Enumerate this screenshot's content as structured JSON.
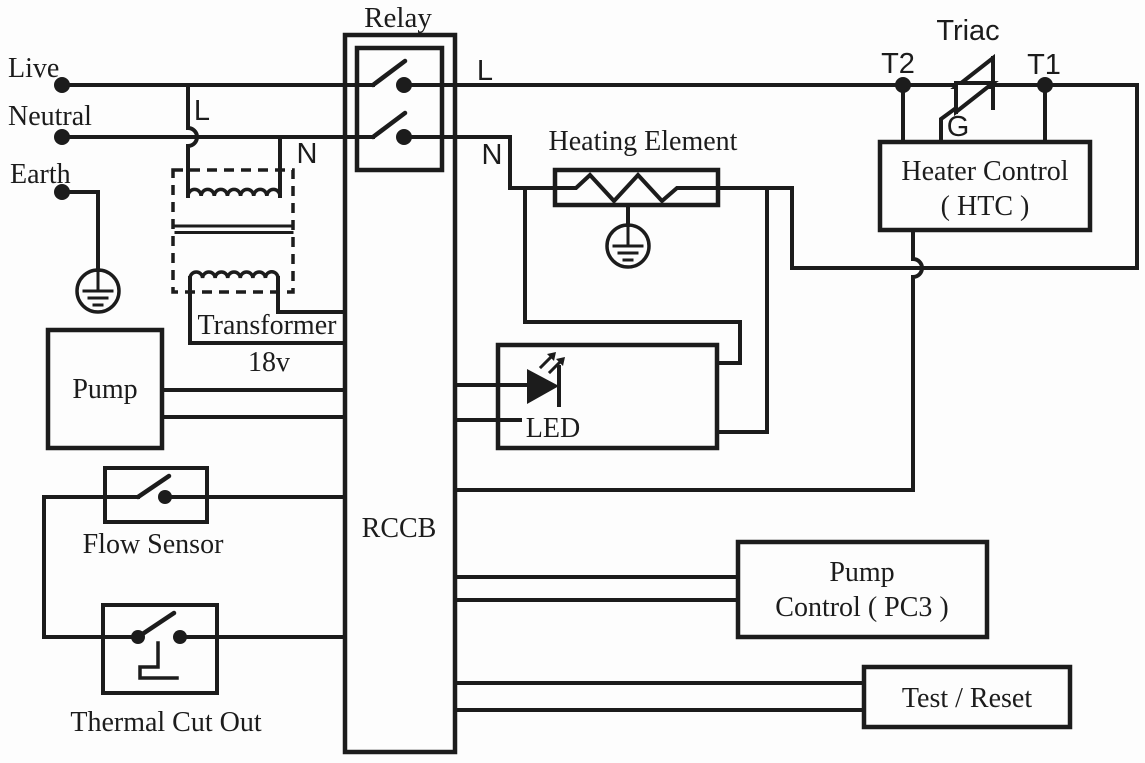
{
  "colors": {
    "ink": "#1c1c1c",
    "paper": "#fdfdfd"
  },
  "diagram": {
    "supply": {
      "live": "Live",
      "neutral": "Neutral",
      "earth": "Earth"
    },
    "wire_markers": {
      "live_l": "L",
      "neutral_n": "N"
    },
    "relay": {
      "label": "Relay"
    },
    "rccb": {
      "label": "RCCB"
    },
    "transformer": {
      "label": "Transformer",
      "rating": "18v"
    },
    "pump": {
      "label": "Pump"
    },
    "flow_sensor": {
      "label": "Flow Sensor"
    },
    "thermal_cut_out": {
      "label": "Thermal Cut Out"
    },
    "heating_element": {
      "label": "Heating Element"
    },
    "led": {
      "label": "LED"
    },
    "triac": {
      "label": "Triac",
      "terminal_t2": "T2",
      "terminal_t1": "T1",
      "gate": "G"
    },
    "heater_control": {
      "line1": "Heater Control",
      "line2": "( HTC )"
    },
    "pump_control": {
      "line1": "Pump",
      "line2": "Control ( PC3 )"
    },
    "test_reset": {
      "label": "Test / Reset"
    }
  }
}
